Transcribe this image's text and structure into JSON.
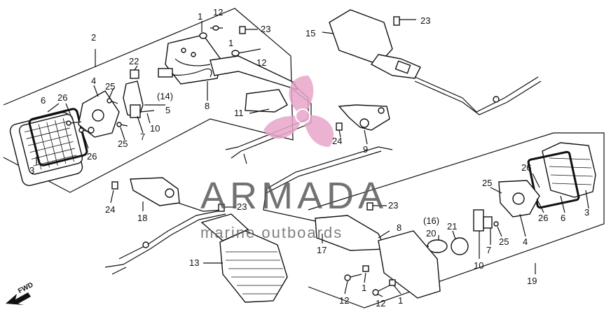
{
  "watermark": {
    "brand": "ARMADA",
    "tagline": "marine outboards",
    "logo_icon": "propeller-icon",
    "logo_color": "#e8a6c9"
  },
  "orientation": {
    "label": "FWD",
    "icon": "arrow-icon"
  },
  "callouts": {
    "c1a": "1",
    "c12a": "12",
    "c23a": "23",
    "c2": "2",
    "c1b": "1",
    "c12b": "12",
    "c15": "15",
    "c23b": "23",
    "c22": "22",
    "c4a": "4",
    "c25a": "25",
    "c26a": "26",
    "c6a": "6",
    "c14": "(14)",
    "c5": "5",
    "c8a": "8",
    "c10a": "10",
    "c7a": "7",
    "c25b": "25",
    "c26b": "26",
    "c3a": "3",
    "c11": "11",
    "c24a": "24",
    "c9": "9",
    "c26c": "26",
    "c3b": "3",
    "c25c": "25",
    "c26d": "26",
    "c6b": "6",
    "c24b": "24",
    "c18": "18",
    "c23c": "23",
    "c8b": "8",
    "c23d": "23",
    "c16": "(16)",
    "c20": "20",
    "c21": "21",
    "c4b": "4",
    "c7b": "7",
    "c25d": "25",
    "c17": "17",
    "c13": "13",
    "c10b": "10",
    "c19": "19",
    "c1c": "1",
    "c12c": "12",
    "c12d": "12",
    "c1d": "1"
  }
}
